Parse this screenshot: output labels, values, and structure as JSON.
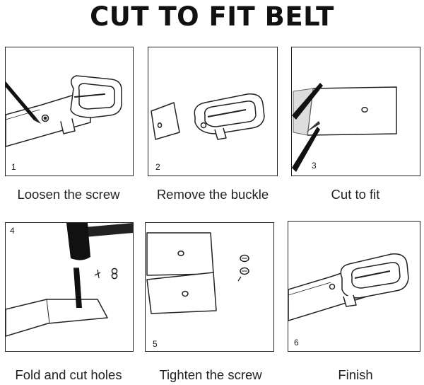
{
  "title": "CUT TO FIT BELT",
  "steps": [
    {
      "number": "1",
      "caption": "Loosen the screw"
    },
    {
      "number": "2",
      "caption": "Remove the buckle"
    },
    {
      "number": "3",
      "caption": "Cut to fit"
    },
    {
      "number": "4",
      "caption": "Fold and cut holes"
    },
    {
      "number": "5",
      "caption": "Tighten the screw"
    },
    {
      "number": "6",
      "caption": "Finish"
    }
  ]
}
